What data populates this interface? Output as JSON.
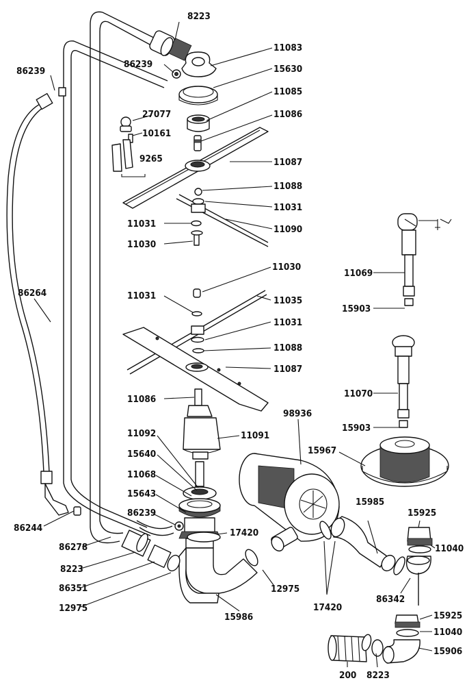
{
  "labels": {
    "top_8223": "8223",
    "top_86239": "86239",
    "left_86239": "86239",
    "p11083": "11083",
    "p15630": "15630",
    "p11085": "11085",
    "p11086_top": "11086",
    "p27077": "27077",
    "p10161": "10161",
    "p9265": "9265",
    "p11087_top": "11087",
    "p11088_top": "11088",
    "p11031_a": "11031",
    "p11031_b": "11031",
    "p11090": "11090",
    "p11030_top": "11030",
    "p86264": "86264",
    "p11030_mid": "11030",
    "p11031_c": "11031",
    "p11035": "11035",
    "p11031_d": "11031",
    "p11088_mid": "11088",
    "p11087_mid": "11087",
    "p11069": "11069",
    "p15903_a": "15903",
    "p11086_mid": "11086",
    "p98936": "98936",
    "p11070": "11070",
    "p15903_b": "15903",
    "p11092": "11092",
    "p11091": "11091",
    "p15640": "15640",
    "p15967": "15967",
    "p11068": "11068",
    "p15643": "15643",
    "p86239_low": "86239",
    "p17420_a": "17420",
    "p15985": "15985",
    "p15925_a": "15925",
    "p86244": "86244",
    "p86278": "86278",
    "p11040_a": "11040",
    "p8223_low": "8223",
    "p86351": "86351",
    "p12975_a": "12975",
    "p12975_b": "12975",
    "p17420_b": "17420",
    "p86342": "86342",
    "p15986": "15986",
    "p15925_b": "15925",
    "p11040_b": "11040",
    "p15906": "15906",
    "p200": "200",
    "p8223_bot": "8223"
  }
}
